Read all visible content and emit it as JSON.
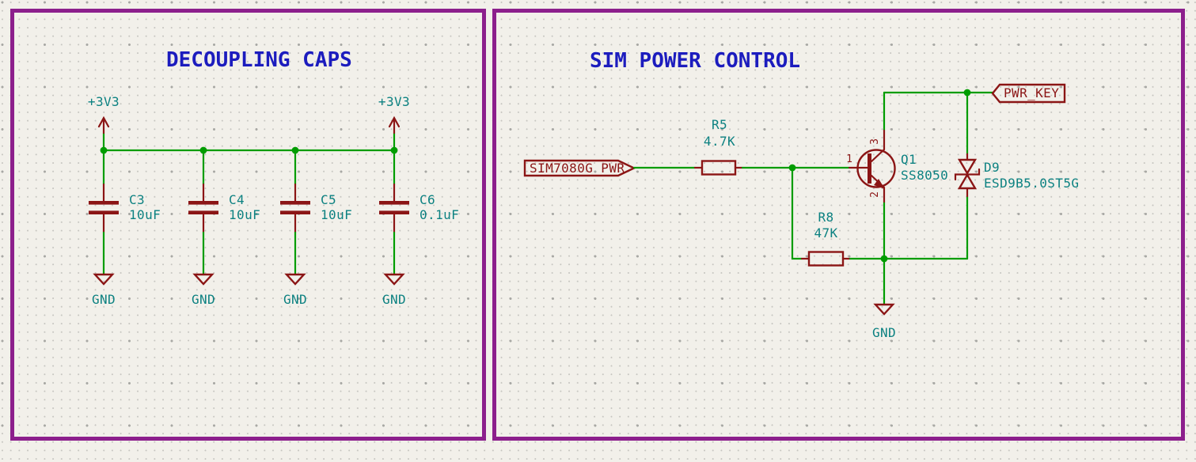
{
  "colors": {
    "canvas_background": "#F2F0EA",
    "grid_dot": "#C6C5C0",
    "sheet_border": "#8C1F8C",
    "section_title": "#1C1CBE",
    "component_field_text": "#0C8181",
    "symbol_and_label": "#8B1515",
    "wire_and_junction": "#009C00"
  },
  "left_sheet": {
    "title": "DECOUPLING CAPS",
    "power_labels": [
      "+3V3",
      "+3V3"
    ],
    "capacitors": [
      {
        "ref": "C3",
        "value": "10uF"
      },
      {
        "ref": "C4",
        "value": "10uF"
      },
      {
        "ref": "C5",
        "value": "10uF"
      },
      {
        "ref": "C6",
        "value": "0.1uF"
      }
    ],
    "ground_labels": [
      "GND",
      "GND",
      "GND",
      "GND"
    ]
  },
  "right_sheet": {
    "title": "SIM POWER CONTROL",
    "input_label": "SIM7080G_PWR",
    "output_label": "PWR_KEY",
    "resistors": [
      {
        "ref": "R5",
        "value": "4.7K"
      },
      {
        "ref": "R8",
        "value": "47K"
      }
    ],
    "transistor": {
      "ref": "Q1",
      "value": "SS8050",
      "pin_base": "1",
      "pin_emitter": "2",
      "pin_collector": "3"
    },
    "diode": {
      "ref": "D9",
      "value": "ESD9B5.0ST5G"
    },
    "ground_label": "GND"
  }
}
